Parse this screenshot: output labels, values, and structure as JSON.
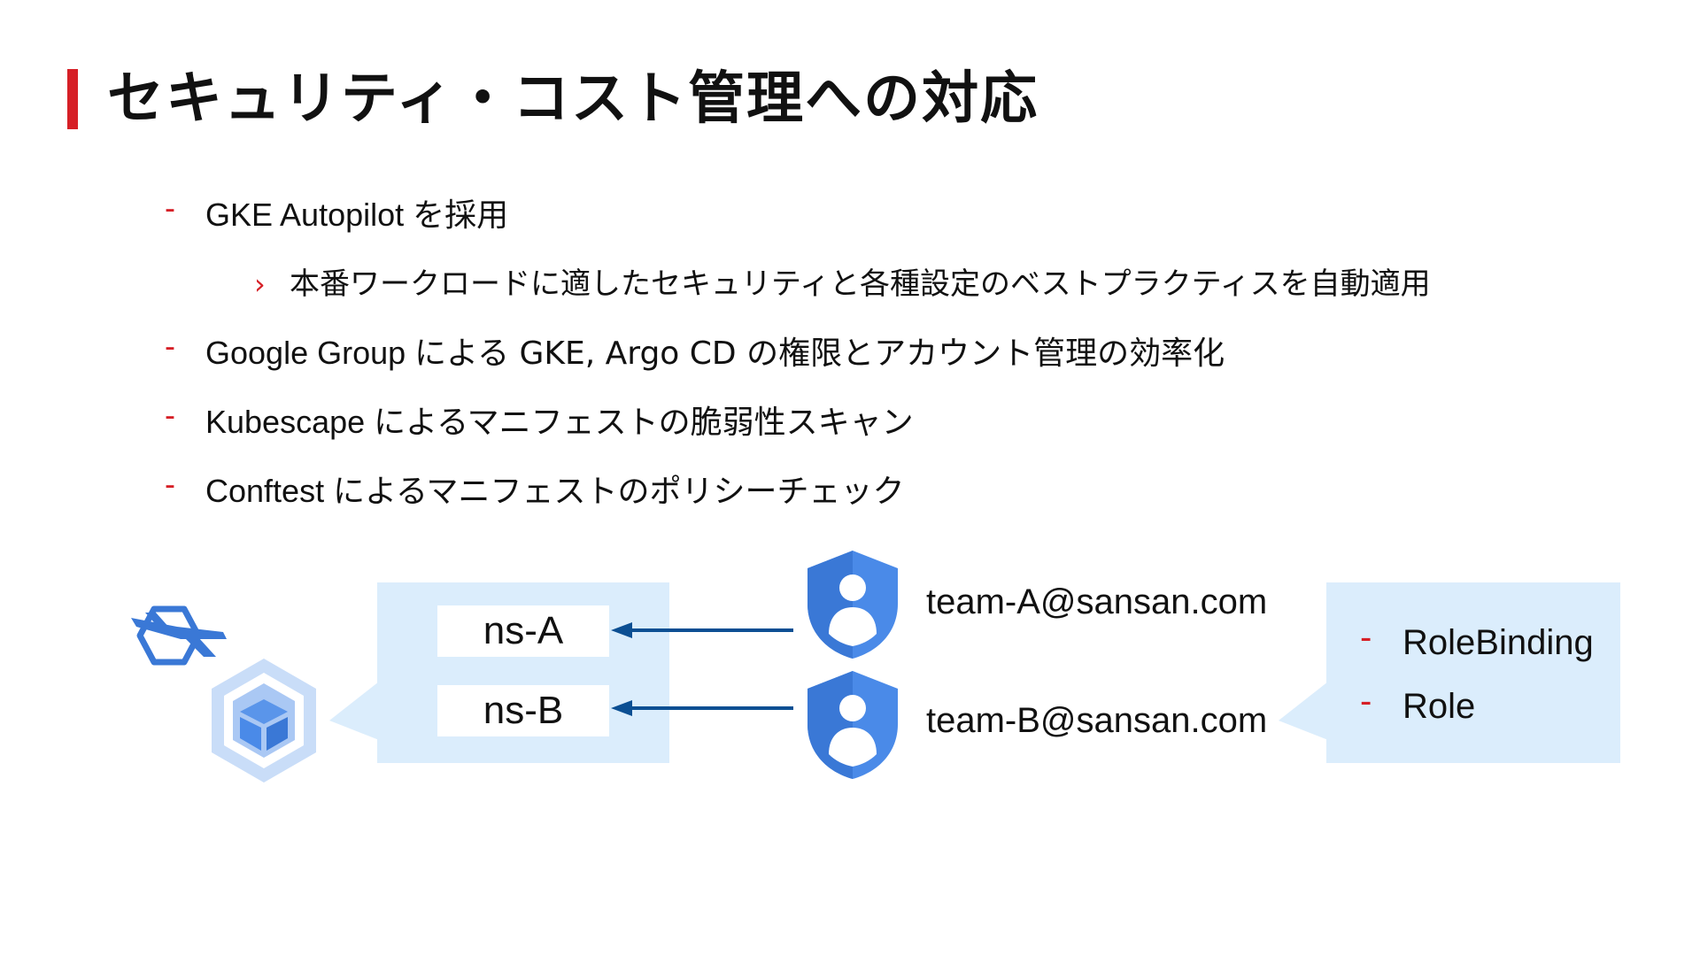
{
  "slide": {
    "title": "セキュリティ・コスト管理への対応",
    "accent_color": "#d61f26"
  },
  "bullets": [
    {
      "level": 1,
      "latin": "GKE Autopilot ",
      "text": "を採用"
    },
    {
      "level": 2,
      "latin": "",
      "text": "本番ワークロードに適したセキュリティと各種設定のベストプラクティスを自動適用"
    },
    {
      "level": 1,
      "latin": "Google Group ",
      "text": "による GKE, Argo CD の権限とアカウント管理の効率化"
    },
    {
      "level": 1,
      "latin": "Kubescape ",
      "text": "によるマニフェストの脆弱性スキャン"
    },
    {
      "level": 1,
      "latin": "Conftest ",
      "text": "によるマニフェストのポリシーチェック"
    }
  ],
  "diagram": {
    "panel_color": "#dbedfc",
    "arrow_color": "#0b4f93",
    "icon_blue": "#4a8ae8",
    "icon_light": "#a8c8f4",
    "namespaces": [
      "ns-A",
      "ns-B"
    ],
    "groups": [
      "team-A@sansan.com",
      "team-B@sansan.com"
    ],
    "rbac": [
      "RoleBinding",
      "Role"
    ],
    "icons": {
      "autopilot": "autopilot-icon",
      "cluster": "gke-cluster-icon",
      "group": "google-group-icon"
    }
  }
}
